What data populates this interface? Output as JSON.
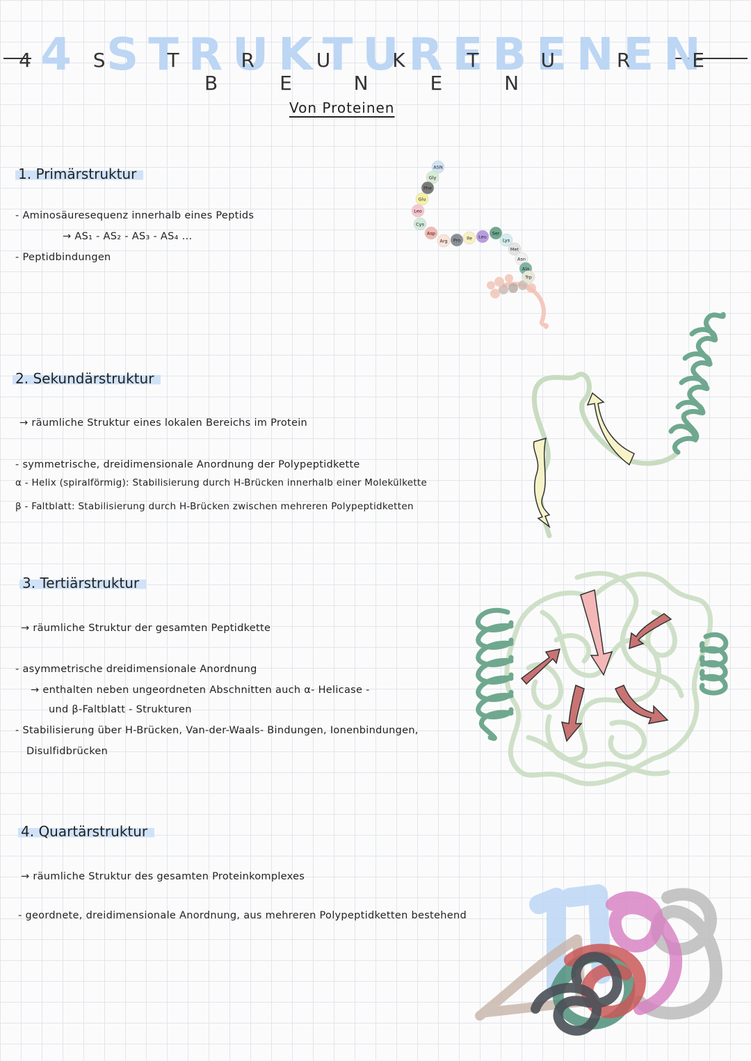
{
  "title": "4 STRUKTUREBENEN",
  "title_overlay": "4 S T R U K T U R E B E N E N",
  "subtitle": "Von Proteinen",
  "sections": [
    {
      "heading": "1. Primärstruktur",
      "lines": [
        "- Aminosäuresequenz innerhalb eines Peptids",
        "→ AS₁ - AS₂ - AS₃ - AS₄ ...",
        "- Peptidbindungen"
      ]
    },
    {
      "heading": "2. Sekundärstruktur",
      "lines": [
        "→ räumliche Struktur eines lokalen Bereichs im Protein",
        "- symmetrische, dreidimensionale Anordnung der Polypeptidkette",
        "α - Helix (spiralförmig): Stabilisierung durch H-Brücken innerhalb einer Molekülkette",
        "β - Faltblatt: Stabilisierung durch H-Brücken zwischen mehreren Polypeptidketten"
      ]
    },
    {
      "heading": "3. Tertiärstruktur",
      "lines": [
        "→ räumliche Struktur der gesamten Peptidkette",
        "- asymmetrische dreidimensionale Anordnung",
        "→ enthalten neben ungeordneten Abschnitten auch α- Helicase -",
        "und β-Faltblatt - Strukturen",
        "- Stabilisierung über H-Brücken, Van-der-Waals- Bindungen, Ionenbindungen,",
        "Disulfidbrücken"
      ]
    },
    {
      "heading": "4. Quartärstruktur",
      "lines": [
        "→ räumliche Struktur des gesamten Proteinkomplexes",
        "- geordnete, dreidimensionale Anordnung, aus mehreren Polypeptidketten bestehend"
      ]
    }
  ],
  "amino_acids": [
    {
      "label": "ASN",
      "color": "#cfe3f3"
    },
    {
      "label": "Gly",
      "color": "#d8ecd6"
    },
    {
      "label": "Phe",
      "color": "#7a7a7a"
    },
    {
      "label": "Glu",
      "color": "#f7f0a8"
    },
    {
      "label": "Leo",
      "color": "#f6c6cf"
    },
    {
      "label": "Cys",
      "color": "#d3e9da"
    },
    {
      "label": "Asp",
      "color": "#f2b9b0"
    },
    {
      "label": "Arg",
      "color": "#fbe3d8"
    },
    {
      "label": "Pro",
      "color": "#8a8f96"
    },
    {
      "label": "Ile",
      "color": "#f7f0c2"
    },
    {
      "label": "Leu",
      "color": "#b89ce0"
    },
    {
      "label": "Ser",
      "color": "#6fa88f"
    },
    {
      "label": "Lys",
      "color": "#d3ecec"
    },
    {
      "label": "Met",
      "color": "#e3e3e3"
    },
    {
      "label": "Asn",
      "color": "#f0f0f0"
    },
    {
      "label": "Ala",
      "color": "#7fb3a0"
    },
    {
      "label": "Trp",
      "color": "#e8e8d8"
    }
  ],
  "colors": {
    "heading_highlight": "#cfe2f8",
    "helix": "#6fa88f",
    "coil": "#c8dcc0",
    "arrow_yellow": "#f7f3c8",
    "arrow_red": "#c97373",
    "arrow_pink": "#f4b7b7",
    "quat_pink": "#d77ec0",
    "quat_grey": "#b8b8b8",
    "quat_blue": "#bcd6f4",
    "quat_red": "#c95858",
    "quat_dark": "#4a4f56",
    "quat_teal": "#4f8f79",
    "quat_brown": "#c7b4a8"
  }
}
